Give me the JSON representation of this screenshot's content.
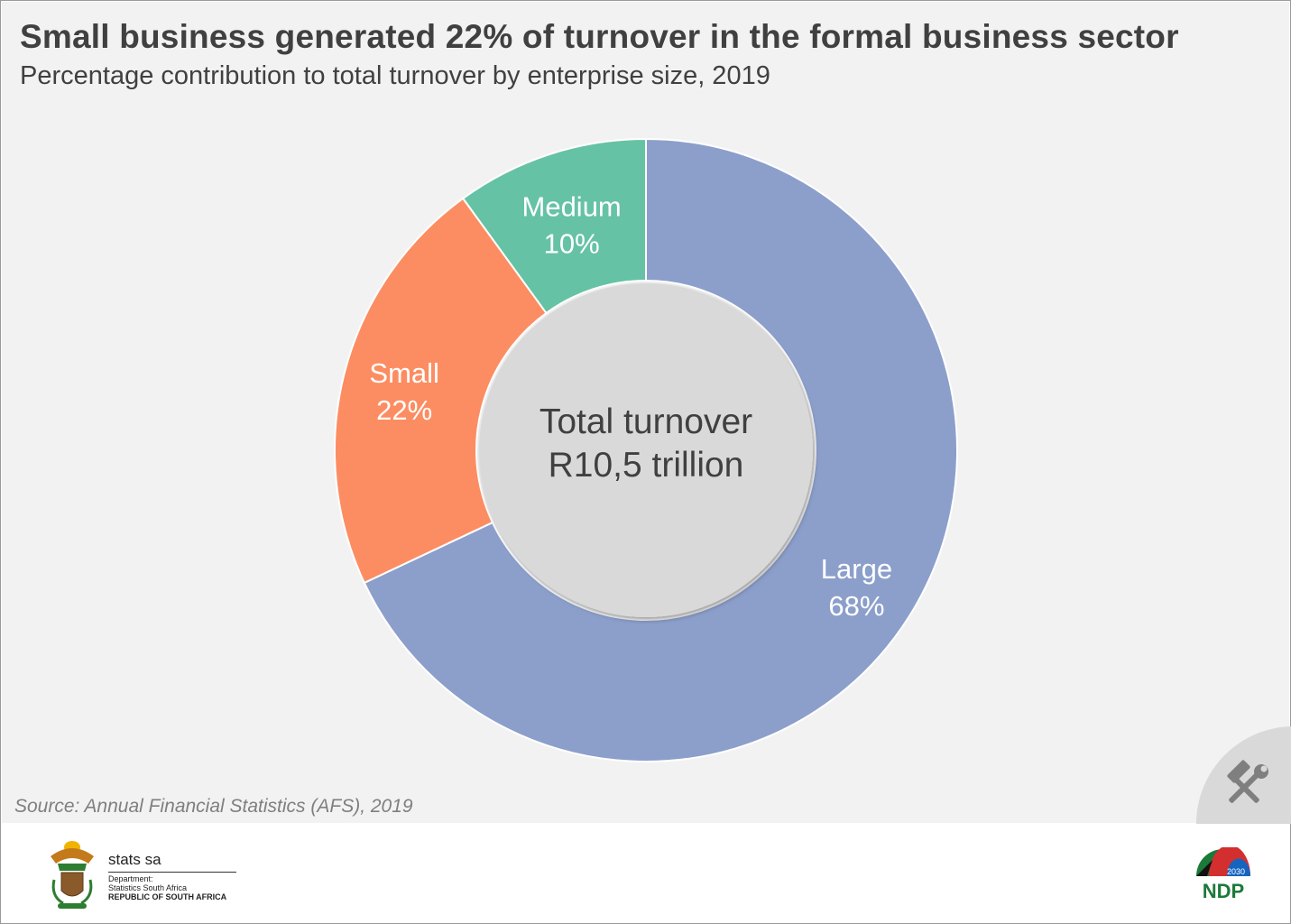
{
  "header": {
    "title": "Small business generated 22% of turnover in the formal business sector",
    "subtitle": "Percentage contribution to total turnover by enterprise size, 2019"
  },
  "chart_data": {
    "type": "pie",
    "style": "donut",
    "slices": [
      {
        "label": "Large",
        "value": 68,
        "value_label": "68%",
        "color": "#8c9fcb"
      },
      {
        "label": "Small",
        "value": 22,
        "value_label": "22%",
        "color": "#fc8d62"
      },
      {
        "label": "Medium",
        "value": 10,
        "value_label": "10%",
        "color": "#66c2a5"
      }
    ],
    "center_text": [
      "Total turnover",
      "R10,5 trillion"
    ],
    "center_color": "#d9d9d9"
  },
  "source": "Source: Annual Financial Statistics (AFS), 2019",
  "footer": {
    "brand": "stats sa",
    "dept_line1": "Department:",
    "dept_line2": "Statistics South Africa",
    "dept_line3": "REPUBLIC OF SOUTH AFRICA",
    "ndp_label": "NDP",
    "ndp_year": "2030"
  },
  "icons": {
    "corner_badge": "hammer-wrench-icon",
    "crest": "coat-of-arms-icon"
  }
}
